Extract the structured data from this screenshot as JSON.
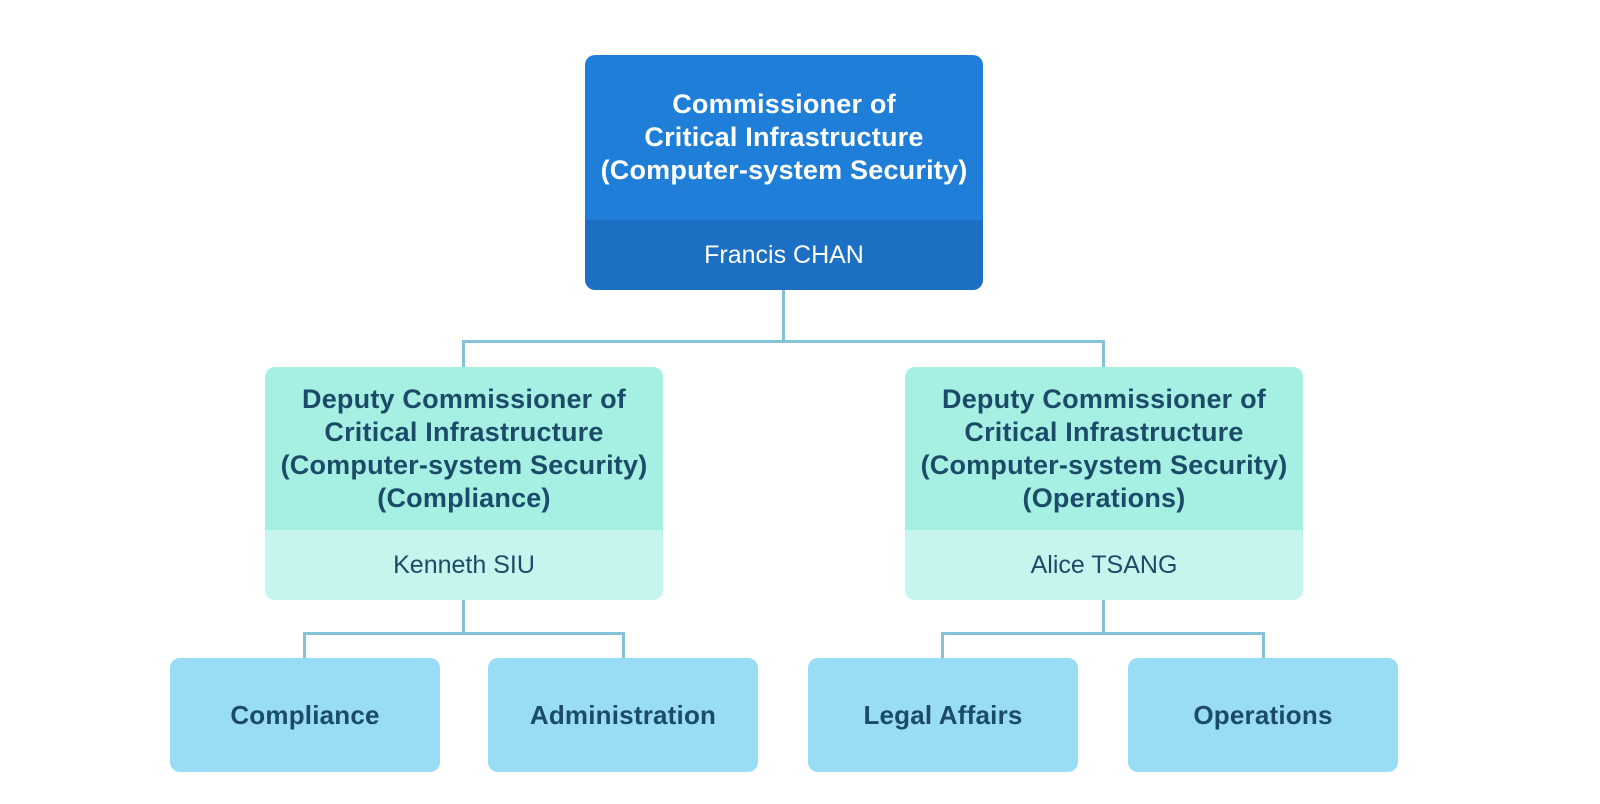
{
  "colors": {
    "background": "#ffffff",
    "root_bg": "#1f7fd8",
    "root_band_bg": "#1c6fc2",
    "root_text": "#ffffff",
    "deputy_bg": "#a6f0e3",
    "deputy_band_bg": "#c6f5ee",
    "unit_bg": "#99dcf6",
    "node_text": "#1b4b68",
    "connector": "#85c2d8"
  },
  "org": {
    "root": {
      "title_lines": [
        "Commissioner of",
        "Critical Infrastructure",
        "(Computer-system Security)"
      ],
      "name": "Francis CHAN"
    },
    "deputies": [
      {
        "title_lines": [
          "Deputy Commissioner of",
          "Critical Infrastructure",
          "(Computer-system Security)",
          "(Compliance)"
        ],
        "name": "Kenneth SIU",
        "units": [
          {
            "label": "Compliance"
          },
          {
            "label": "Administration"
          }
        ]
      },
      {
        "title_lines": [
          "Deputy Commissioner of",
          "Critical Infrastructure",
          "(Computer-system Security)",
          "(Operations)"
        ],
        "name": "Alice TSANG",
        "units": [
          {
            "label": "Legal Affairs"
          },
          {
            "label": "Operations"
          }
        ]
      }
    ]
  }
}
